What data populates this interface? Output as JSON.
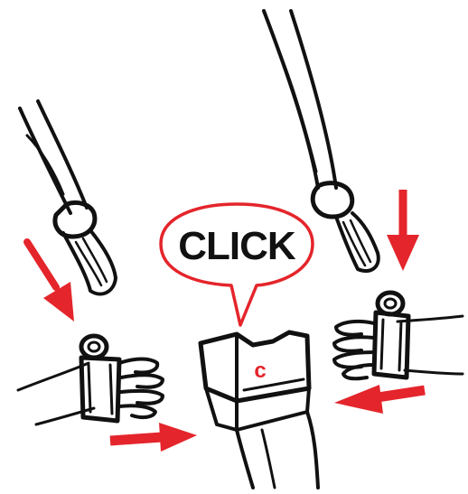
{
  "callout": {
    "text": "CLICK"
  },
  "labels": {
    "buckle_part": "c"
  },
  "colors": {
    "ink": "#111111",
    "arrow": "#e4252b",
    "outline": "#e4252b",
    "background": "#ffffff"
  },
  "arrows": [
    "down-right",
    "right",
    "down",
    "left"
  ]
}
